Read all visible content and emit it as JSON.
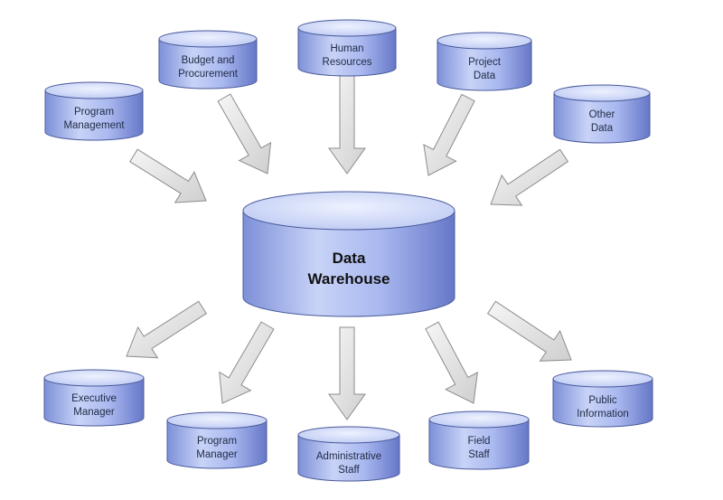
{
  "center": {
    "line1": "Data",
    "line2": "Warehouse"
  },
  "sources": [
    {
      "id": "program-management",
      "line1": "Program",
      "line2": "Management"
    },
    {
      "id": "budget-procurement",
      "line1": "Budget and",
      "line2": "Procurement"
    },
    {
      "id": "human-resources",
      "line1": "Human",
      "line2": "Resources"
    },
    {
      "id": "project-data",
      "line1": "Project",
      "line2": "Data"
    },
    {
      "id": "other-data",
      "line1": "Other",
      "line2": "Data"
    }
  ],
  "consumers": [
    {
      "id": "executive-manager",
      "line1": "Executive",
      "line2": "Manager"
    },
    {
      "id": "program-manager",
      "line1": "Program",
      "line2": "Manager"
    },
    {
      "id": "administrative-staff",
      "line1": "Administrative",
      "line2": "Staff"
    },
    {
      "id": "field-staff",
      "line1": "Field",
      "line2": "Staff"
    },
    {
      "id": "public-information",
      "line1": "Public",
      "line2": "Information"
    }
  ],
  "colors": {
    "cylinder_top": "#dfe6fb",
    "cylinder_body_light": "#c3cff6",
    "cylinder_body_dark": "#6f83d2",
    "cylinder_outline": "#4a5a9a",
    "arrow_fill": "#e6e6e6",
    "arrow_outline": "#8c8c8c"
  }
}
